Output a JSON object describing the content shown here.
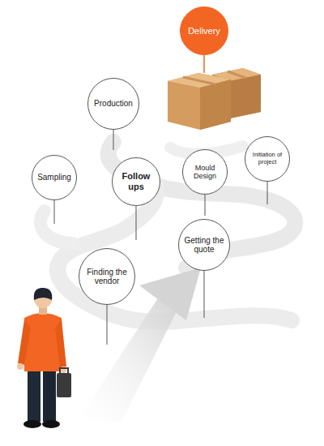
{
  "diagram": {
    "nodes": [
      {
        "text": [
          "Delivery"
        ]
      },
      {
        "text": [
          "Production"
        ]
      },
      {
        "text": [
          "Sampling"
        ]
      },
      {
        "text": [
          "Follow ups"
        ]
      },
      {
        "text": [
          "Mould Design"
        ]
      },
      {
        "text": [
          "Initiation of project"
        ]
      },
      {
        "text": [
          "Finding the vendor"
        ]
      },
      {
        "text": [
          "Getting the quote"
        ]
      }
    ]
  }
}
